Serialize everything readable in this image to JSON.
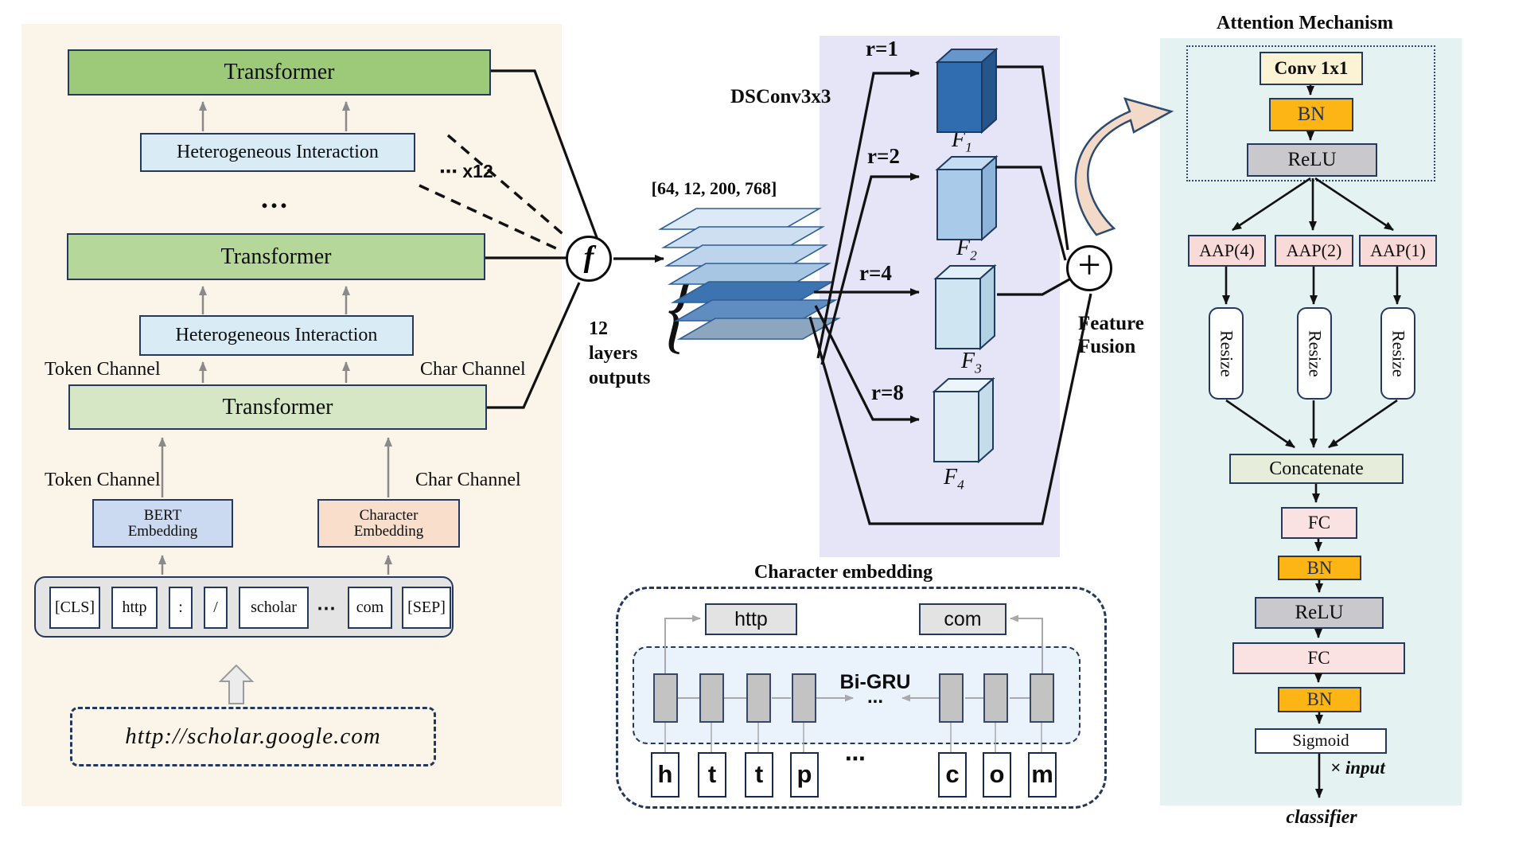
{
  "left_panel": {
    "transformer_top": "Transformer",
    "transformer_mid": "Transformer",
    "transformer_bottom": "Transformer",
    "hetero_top": "Heterogeneous Interaction",
    "hetero_mid": "Heterogeneous Interaction",
    "stack_dots": "...",
    "x12": "⋯ x12",
    "token_channel_upper": "Token Channel",
    "char_channel_upper": "Char Channel",
    "token_channel_lower": "Token Channel",
    "char_channel_lower": "Char Channel",
    "bert_line1": "BERT",
    "bert_line2": "Embedding",
    "charemb_line1": "Character",
    "charemb_line2": "Embedding",
    "tokens": [
      "[CLS]",
      "http",
      ":",
      "/",
      "scholar",
      "com",
      "[SEP]"
    ],
    "token_dots": "⋯",
    "url": "http://scholar.google.com"
  },
  "middle": {
    "f": "f",
    "shape": "[64, 12, 200, 768]",
    "layers_line1": "12",
    "layers_line2": "layers",
    "layers_line3": "outputs",
    "brace": "{"
  },
  "dsconv": {
    "title": "DSConv3x3",
    "rates": [
      "r=1",
      "r=2",
      "r=4",
      "r=8"
    ],
    "features": [
      {
        "base": "F",
        "sub": "1"
      },
      {
        "base": "F",
        "sub": "2"
      },
      {
        "base": "F",
        "sub": "3"
      },
      {
        "base": "F",
        "sub": "4"
      }
    ]
  },
  "fusion": {
    "plus": "+",
    "line1": "Feature",
    "line2": "Fusion"
  },
  "attention": {
    "title": "Attention Mechanism",
    "conv": "Conv 1x1",
    "bn1": "BN",
    "relu1": "ReLU",
    "aap": [
      "AAP(4)",
      "AAP(2)",
      "AAP(1)"
    ],
    "resize": [
      "Resize",
      "Resize",
      "Resize"
    ],
    "concatenate": "Concatenate",
    "fc1": "FC",
    "bn2": "BN",
    "relu2": "ReLU",
    "fc2": "FC",
    "bn3": "BN",
    "sigmoid": "Sigmoid",
    "times_input": "× input",
    "classifier": "classifier"
  },
  "char_embedding": {
    "title": "Character embedding",
    "word_left": "http",
    "word_right": "com",
    "bigru": "Bi-GRU",
    "bigru_dots": "...",
    "letters": [
      "h",
      "t",
      "t",
      "p",
      "c",
      "o",
      "m"
    ],
    "letter_dots": "⋯"
  },
  "colors": {
    "left_panel_bg": "#fbf4e9",
    "dilated_panel_bg": "#e6e5f8",
    "attention_panel_bg": "#e4f2f1",
    "transformer_green_dark": "#9cca79",
    "transformer_green_mid": "#b6d79a",
    "transformer_green_light": "#d5e7c4",
    "hetero_blue": "#d9ecf5",
    "bert_blue": "#ccdaf1",
    "char_peach": "#f9dfcb",
    "token_gray": "#e4e4e4",
    "bn_orange": "#fcb515",
    "relu_gray": "#c8c8cd",
    "conv_cream": "#fcf3d5",
    "aap_pink": "#f8dbd9",
    "fc_pink": "#f9e2e1",
    "concat_green": "#e6eedb",
    "navy_border": "#25395e",
    "cuboid_dark_blue": "#2f6cb0",
    "cuboid_light_blue": "#a9cae8",
    "arrow_gray": "#8a8a8a",
    "swoosh_fill": "#f2d9c8"
  }
}
